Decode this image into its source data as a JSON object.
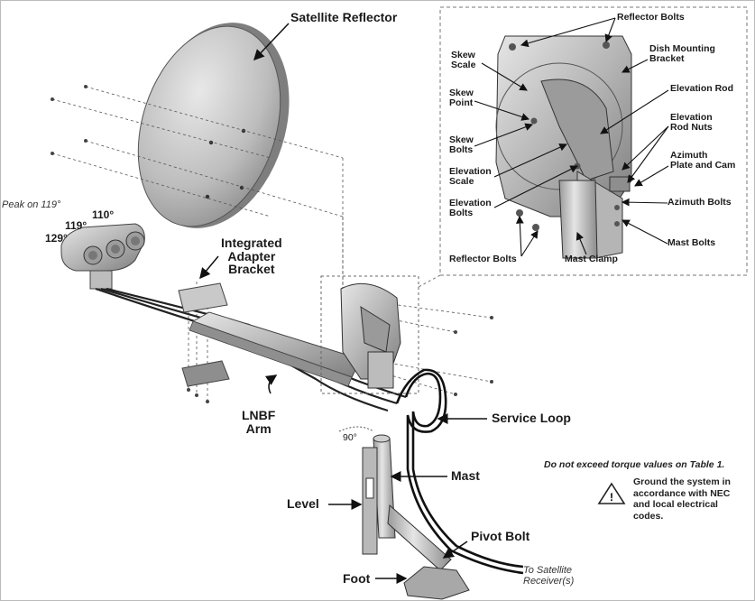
{
  "labels": {
    "satellite_reflector": "Satellite Reflector",
    "peak_on": "Peak on 119°",
    "deg_110": "110°",
    "deg_119": "119°",
    "deg_129": "129°",
    "integrated_adapter_bracket": "Integrated\nAdapter\nBracket",
    "lnbf_arm": "LNBF\nArm",
    "service_loop": "Service Loop",
    "angle_90": "90°",
    "mast": "Mast",
    "level": "Level",
    "pivot_bolt": "Pivot Bolt",
    "foot": "Foot",
    "to_satellite_receiver": "To Satellite\nReceiver(s)"
  },
  "inset": {
    "reflector_bolts_top": "Reflector Bolts",
    "dish_mounting_bracket": "Dish Mounting\nBracket",
    "skew_scale": "Skew\nScale",
    "skew_point": "Skew\nPoint",
    "elevation_rod": "Elevation Rod",
    "skew_bolts": "Skew\nBolts",
    "elevation_rod_nuts": "Elevation\nRod Nuts",
    "elevation_scale": "Elevation\nScale",
    "azimuth_plate_and_cam": "Azimuth\nPlate and Cam",
    "elevation_bolts": "Elevation\nBolts",
    "azimuth_bolts": "Azimuth Bolts",
    "mast_bolts": "Mast Bolts",
    "reflector_bolts_bottom": "Reflector Bolts",
    "mast_clamp": "Mast Clamp"
  },
  "notes": {
    "torque": "Do not exceed torque values on Table 1.",
    "ground": "Ground the system in\naccordance with NEC\nand local electrical\ncodes."
  },
  "colors": {
    "metal_light": "#d8d8d8",
    "metal_mid": "#a9a9a9",
    "metal_dark": "#6e6e6e",
    "line": "#1a1a1a"
  }
}
